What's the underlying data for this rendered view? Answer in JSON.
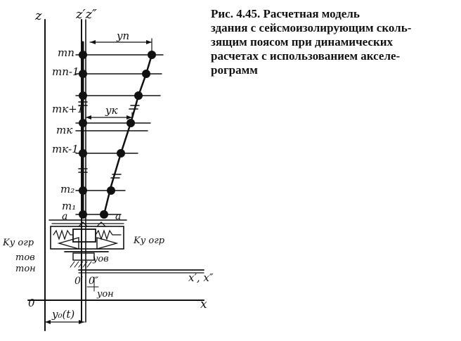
{
  "caption": {
    "lines": [
      "Рис. 4.45. Расчетная модель",
      "здания с сейсмоизолирующим сколь-",
      "зящим поясом при динамических",
      "расчетах с использованием акселе-",
      "рограмм"
    ]
  },
  "labels": {
    "axis_z": "z",
    "axis_z_primes": "z′z″",
    "axis_x": "x",
    "axis_x_primes": "x′, x″",
    "origin_o": "0",
    "origin_o1": "0′",
    "origin_o2": "0″",
    "disp_yn": "yп",
    "disp_yk": "yк",
    "disp_y0": "y₀(t)",
    "disp_yov": "yов",
    "disp_yon": "yон",
    "mass_mn": "mп",
    "mass_mn1": "mп-1",
    "mass_mk1": "mк+1",
    "mass_mk": "mк",
    "mass_mk_1": "mк-1",
    "mass_m2": "m₂",
    "mass_m1": "m₁",
    "mass_mov": "mов",
    "mass_mon": "mон",
    "spring_left": "Kу огр",
    "spring_right": "Kу огр",
    "gap_a_left": "a",
    "gap_a_right": "a"
  }
}
